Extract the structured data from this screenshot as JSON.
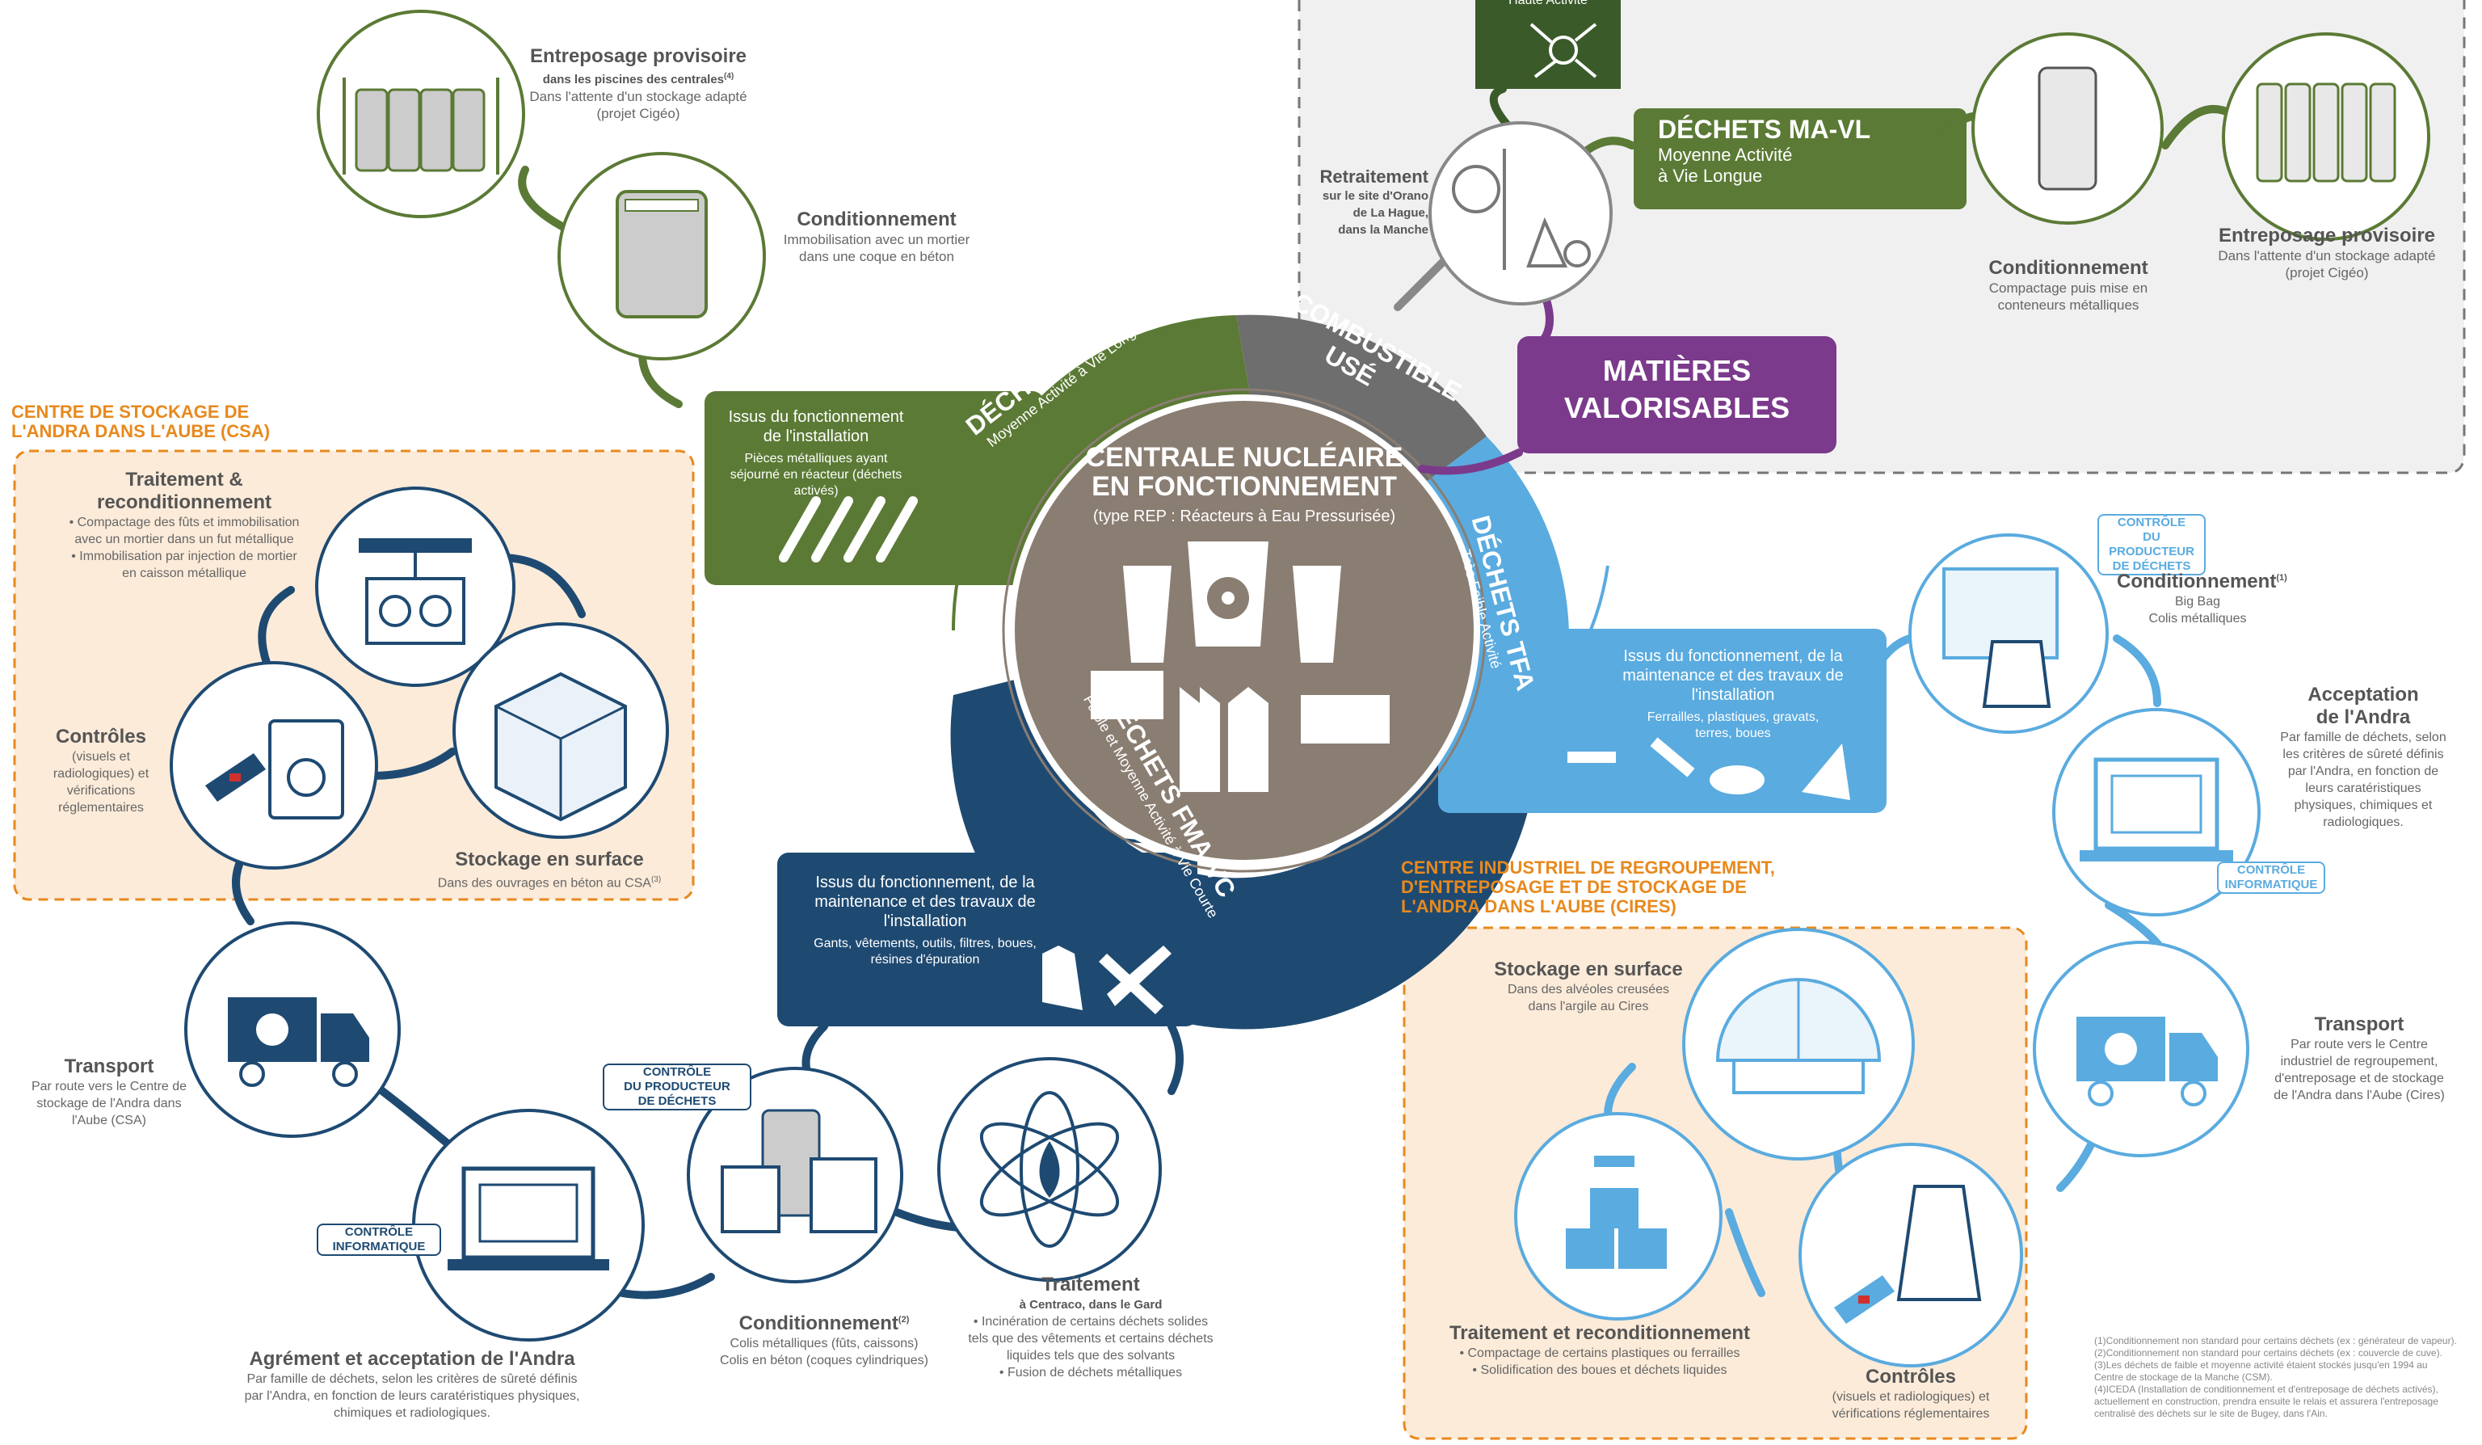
{
  "center": {
    "title1": "CENTRALE NUCLÉAIRE",
    "title2": "EN FONCTIONNEMENT",
    "subtitle": "(type REP : Réacteurs à Eau Pressurisée)"
  },
  "ring": {
    "mavl": {
      "title": "DÉCHETS MA-VL",
      "sub": "Moyenne Activité à Vie Longue"
    },
    "combustible": {
      "title1": "COMBUSTIBLE",
      "title2": "USÉ"
    },
    "tfa": {
      "title": "DÉCHETS TFA",
      "sub": "Très Faible Activité"
    },
    "fmavc": {
      "title": "DÉCHETS FMA-VC",
      "sub": "Faible et Moyenne Activité à Vie Courte"
    }
  },
  "boxes": {
    "mavl": {
      "title": "Issus du fonctionnement de l'installation",
      "body": "Pièces métalliques ayant séjourné en réacteur (déchets activés)"
    },
    "tfa": {
      "title": "Issus du fonctionnement, de la maintenance et des travaux de l'installation",
      "body": "Ferrailles, plastiques, gravats, terres, boues"
    },
    "fmavc": {
      "title": "Issus du fonctionnement, de la maintenance et des travaux de l'installation",
      "body": "Gants, vêtements, outils, filtres, boues, résines d'épuration"
    },
    "matieres": {
      "line1": "MATIÈRES",
      "line2": "VALORISABLES"
    },
    "mavl_right": {
      "title": "DÉCHETS MA-VL",
      "sub1": "Moyenne Activité",
      "sub2": "à Vie Longue"
    },
    "haute": {
      "label": "Haute Activité"
    }
  },
  "left_mavl": {
    "entreposage": {
      "title": "Entreposage provisoire",
      "sub": "dans les piscines des centrales",
      "sup": "(4)",
      "body1": "Dans l'attente d'un stockage adapté",
      "body2": "(projet Cigéo)"
    },
    "conditionnement": {
      "title": "Conditionnement",
      "body1": "Immobilisation avec un mortier",
      "body2": "dans une coque en béton"
    }
  },
  "retraitement": {
    "title": "Retraitement",
    "l1": "sur le site d'Orano",
    "l2": "de La Hague,",
    "l3": "dans la Manche"
  },
  "right_mavl": {
    "conditionnement": {
      "title": "Conditionnement",
      "body1": "Compactage puis mise en",
      "body2": "conteneurs métalliques"
    },
    "entreposage": {
      "title": "Entreposage provisoire",
      "body1": "Dans l'attente d'un stockage adapté",
      "body2": "(projet Cigéo)"
    }
  },
  "csa": {
    "header1": "CENTRE DE STOCKAGE DE",
    "header2": "L'ANDRA DANS L'AUBE (CSA)",
    "traitement": {
      "title1": "Traitement &",
      "title2": "reconditionnement",
      "b1": "• Compactage des fûts et immobilisation",
      "b2": "avec un mortier dans un fut métallique",
      "b3": "• Immobilisation par injection de mortier",
      "b4": "en caisson métallique"
    },
    "controles": {
      "title": "Contrôles",
      "b1": "(visuels et",
      "b2": "radiologiques) et",
      "b3": "vérifications",
      "b4": "réglementaires"
    },
    "stockage": {
      "title": "Stockage en surface",
      "body": "Dans des ouvrages en béton au CSA",
      "sup": "(3)"
    }
  },
  "fmavc_chain": {
    "transport": {
      "title": "Transport",
      "b1": "Par route vers le Centre de",
      "b2": "stockage de l'Andra dans",
      "b3": "l'Aube (CSA)"
    },
    "agrement": {
      "title": "Agrément et acceptation de l'Andra",
      "b1": "Par famille de déchets, selon les critères de sûreté définis",
      "b2": "par l'Andra, en fonction de leurs caratéristiques physiques,",
      "b3": "chimiques et radiologiques."
    },
    "controle_info": {
      "l1": "CONTRÔLE",
      "l2": "INFORMATIQUE"
    },
    "controle_prod": {
      "l1": "CONTRÔLE",
      "l2": "DU PRODUCTEUR",
      "l3": "DE DÉCHETS"
    },
    "conditionnement": {
      "title": "Conditionnement",
      "sup": "(2)",
      "b1": "Colis métalliques (fûts, caissons)",
      "b2": "Colis en béton (coques cylindriques)"
    },
    "traitement": {
      "title": "Traitement",
      "sub": "à Centraco, dans le Gard",
      "b1": "• Incinération de certains déchets solides",
      "b2": "tels que des vêtements et certains déchets",
      "b3": "liquides tels que des solvants",
      "b4": "• Fusion de déchets métalliques"
    }
  },
  "tfa_chain": {
    "controle_prod": {
      "l1": "CONTRÔLE",
      "l2": "DU PRODUCTEUR",
      "l3": "DE DÉCHETS"
    },
    "conditionnement": {
      "title": "Conditionnement",
      "sup": "(1)",
      "b1": "Big Bag",
      "b2": "Colis métalliques"
    },
    "acceptation": {
      "title1": "Acceptation",
      "title2": "de l'Andra",
      "b1": "Par famille de déchets, selon",
      "b2": "les critères de sûreté définis",
      "b3": "par l'Andra, en fonction de",
      "b4": "leurs caratéristiques",
      "b5": "physiques, chimiques et",
      "b6": "radiologiques."
    },
    "controle_info": {
      "l1": "CONTRÔLE",
      "l2": "INFORMATIQUE"
    },
    "transport": {
      "title": "Transport",
      "b1": "Par route vers le Centre",
      "b2": "industriel de regroupement,",
      "b3": "d'entreposage et de stockage",
      "b4": "de l'Andra dans l'Aube (Cires)"
    }
  },
  "cires": {
    "h1": "CENTRE INDUSTRIEL DE REGROUPEMENT,",
    "h2": "D'ENTREPOSAGE ET DE STOCKAGE DE",
    "h3": "L'ANDRA DANS L'AUBE (CIRES)",
    "stockage": {
      "title": "Stockage en surface",
      "b1": "Dans des alvéoles creusées",
      "b2": "dans l'argile au Cires"
    },
    "traitement": {
      "title": "Traitement et reconditionnement",
      "b1": "• Compactage de certains plastiques ou ferrailles",
      "b2": "• Solidification des boues et déchets liquides"
    },
    "controles": {
      "title": "Contrôles",
      "b1": "(visuels et radiologiques) et",
      "b2": "vérifications réglementaires"
    }
  },
  "footnotes": [
    "(1)Conditionnement non standard pour certains déchets (ex : générateur de vapeur).",
    "(2)Conditionnement non standard pour certains déchets (ex : couvercle de cuve).",
    "(3)Les déchets de faible et moyenne activité étaient stockés jusqu'en 1994 au",
    "Centre de stockage de la Manche (CSM).",
    "(4)ICEDA (Installation de conditionnement et d'entreposage de déchets activés),",
    "actuellement en construction, prendra ensuite le relais et assurera l'entreposage",
    "centralisé des déchets sur le site de Bugey, dans l'Ain."
  ],
  "colors": {
    "green": "#5b7a35",
    "dark_green": "#3a5a2a",
    "dark_blue": "#1e4a72",
    "light_blue": "#5aabdf",
    "grey": "#6e6e6e",
    "center_brown": "#8a7d72",
    "purple": "#7b3a8c",
    "orange": "#e8891d"
  }
}
